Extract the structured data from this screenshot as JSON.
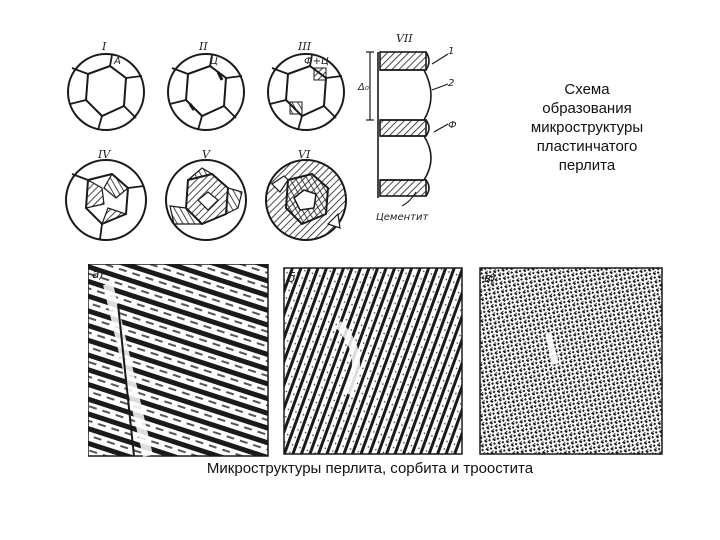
{
  "diagram": {
    "stage_numerals": [
      "I",
      "II",
      "III",
      "IV",
      "V",
      "VI",
      "VII"
    ],
    "grain_labels": [
      "А",
      "Ц",
      "Ф+Ц"
    ],
    "side_labels": {
      "arrow_1": "1",
      "arrow_2": "2",
      "ferrite": "Ф",
      "spacing": "Δ₀",
      "cementite": "Цементит"
    }
  },
  "micrograph_labels": [
    "а)",
    "б)",
    "в)"
  ],
  "captions": {
    "scheme": "Схема\nобразования\nмикроструктуры\nпластинчатого\nперлита",
    "microstructures": "Микроструктуры перлита, сорбита и троостита"
  },
  "colors": {
    "ink": "#1a1a1a",
    "background": "#ffffff"
  }
}
